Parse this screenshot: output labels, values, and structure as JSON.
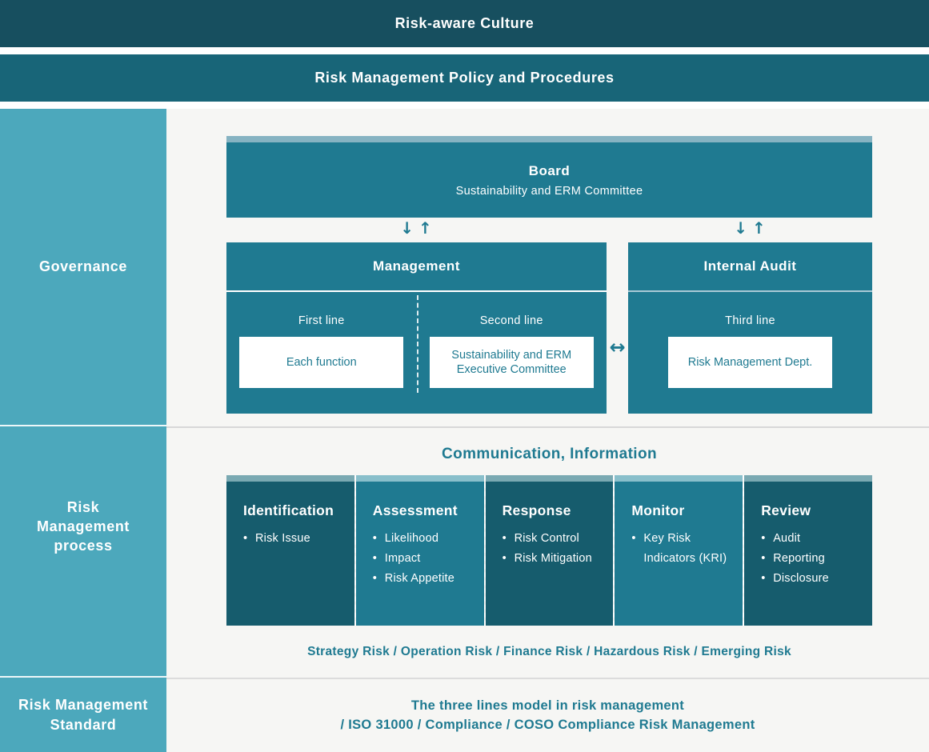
{
  "banners": {
    "culture": "Risk-aware Culture",
    "policy": "Risk Management Policy and Procedures"
  },
  "sidebar": {
    "governance": "Governance",
    "process": "Risk Management process",
    "standard": "Risk Management Standard"
  },
  "governance": {
    "board": {
      "title": "Board",
      "subtitle": "Sustainability and ERM Committee"
    },
    "arrows": {
      "down": "↓",
      "up": "↑",
      "between": "↔"
    },
    "management": {
      "title": "Management",
      "first_line_label": "First line",
      "first_line_box": "Each function",
      "second_line_label": "Second line",
      "second_line_box": "Sustainability and ERM Executive Committee"
    },
    "internal_audit": {
      "title": "Internal Audit",
      "third_line_label": "Third line",
      "third_line_box": "Risk Management Dept."
    }
  },
  "process": {
    "heading": "Communication, Information",
    "columns": [
      {
        "title": "Identification",
        "items": [
          "Risk Issue"
        ]
      },
      {
        "title": "Assessment",
        "items": [
          "Likelihood",
          "Impact",
          "Risk Appetite"
        ]
      },
      {
        "title": "Response",
        "items": [
          "Risk Control",
          "Risk Mitigation"
        ]
      },
      {
        "title": "Monitor",
        "items": [
          "Key Risk Indicators (KRI)"
        ]
      },
      {
        "title": "Review",
        "items": [
          "Audit",
          "Reporting",
          "Disclosure"
        ]
      }
    ],
    "risk_types": "Strategy Risk / Operation Risk / Finance Risk / Hazardous Risk / Emerging Risk"
  },
  "standard": {
    "line1": "The three lines model in risk management",
    "line2": "/ ISO 31000 / Compliance / COSO Compliance Risk Management"
  },
  "colors": {
    "banner_dark": "#174f5f",
    "banner_teal": "#186578",
    "sidebar_teal": "#4ca8bc",
    "box_teal": "#1f7a91",
    "column_dark": "#165c6d",
    "strip_light": "#86b3c2",
    "background": "#f6f6f4",
    "accent_text": "#1f7a91"
  }
}
